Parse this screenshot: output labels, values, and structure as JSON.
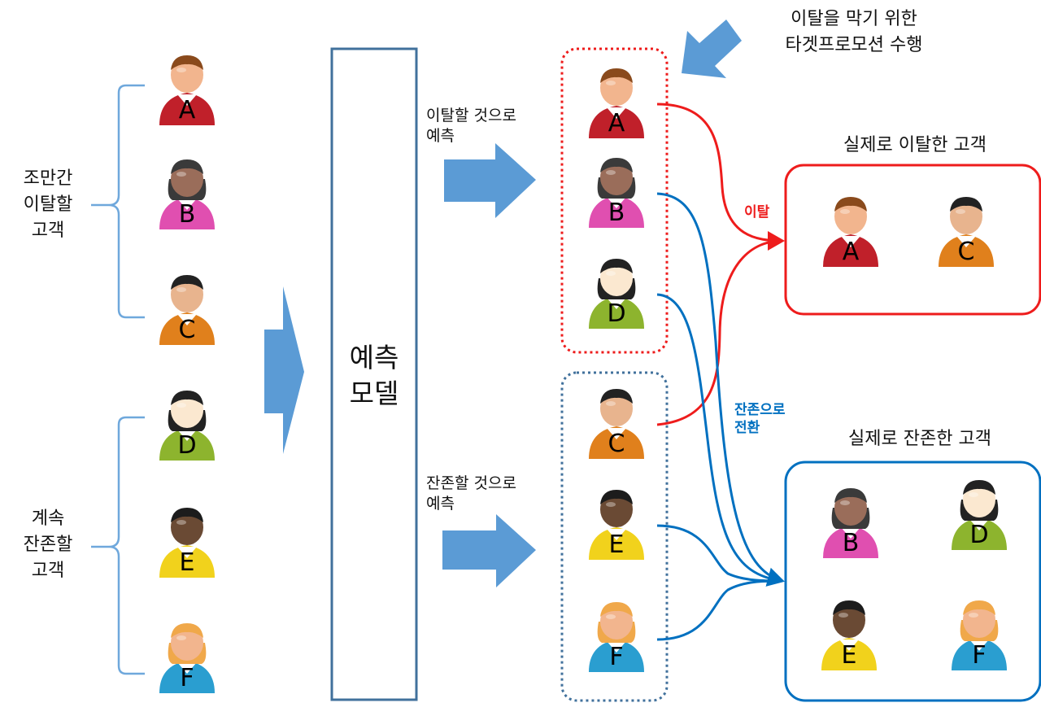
{
  "left_groups": {
    "churn_group_label": "조만간\n이탈할\n고객",
    "stay_group_label": "계속\n잔존할\n고객"
  },
  "model": {
    "label": "예측\n모델"
  },
  "predictions": {
    "churn_label": "이탈할 것으로\n예측",
    "stay_label": "잔존할 것으로\n예측"
  },
  "promotion_note": "이탈을 막기 위한\n타겟프로모션 수행",
  "outcomes": {
    "churned_title": "실제로 이탈한 고객",
    "retained_title": "실제로 잔존한 고객",
    "churn_flow_label": "이탈",
    "convert_flow_label": "잔존으로\n전환"
  },
  "customers": {
    "A": {
      "letter": "A",
      "shirt": "#c0202a",
      "skin": "#f2b58e",
      "hair": "#8a4a1c"
    },
    "B": {
      "letter": "B",
      "shirt": "#e04fb0",
      "skin": "#9a6d5a",
      "hair": "#3a3a3a"
    },
    "C": {
      "letter": "C",
      "shirt": "#e0801c",
      "skin": "#e8b48e",
      "hair": "#222222"
    },
    "D": {
      "letter": "D",
      "shirt": "#8db42e",
      "skin": "#fbe8d0",
      "hair": "#222222"
    },
    "E": {
      "letter": "E",
      "shirt": "#f1d21c",
      "skin": "#6a4a34",
      "hair": "#1c1c1c"
    },
    "F": {
      "letter": "F",
      "shirt": "#2a9ed0",
      "skin": "#f2b58e",
      "hair": "#f0a84a"
    }
  },
  "colors": {
    "red": "#ee1c1c",
    "blue": "#0070c0",
    "arrow_fill": "#5b9bd5",
    "bracket": "#6fa8dc",
    "model_border": "#41719c"
  }
}
